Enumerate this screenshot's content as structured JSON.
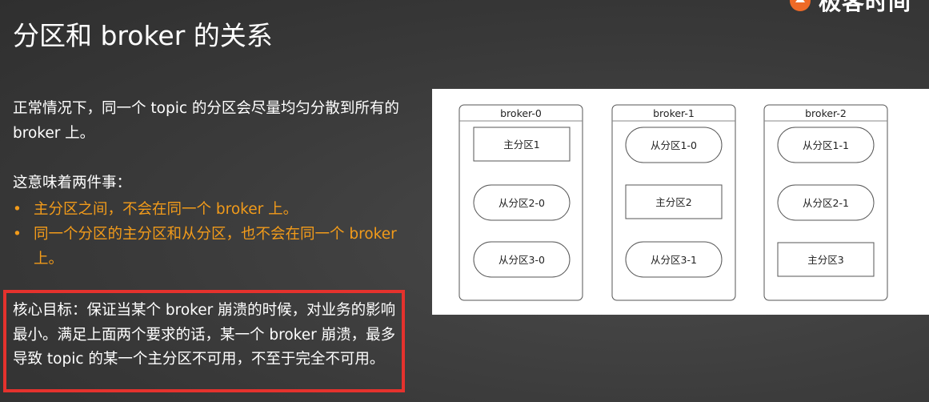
{
  "brand": {
    "name": "极客时间"
  },
  "slide": {
    "title": "分区和 broker 的关系",
    "paragraph": "正常情况下，同一个 topic 的分区会尽量均匀分散到所有的 broker 上。",
    "meaning_heading": "这意味着两件事：",
    "bullets": [
      "主分区之间，不会在同一个 broker 上。",
      "同一个分区的主分区和从分区，也不会在同一个 broker 上。"
    ],
    "goal": "核心目标：保证当某个 broker 崩溃的时候，对业务的影响最小。满足上面两个要求的话，某一个 broker 崩溃，最多导致 topic 的某一个主分区不可用，不至于完全不可用。"
  },
  "diagram": {
    "brokers": [
      {
        "name": "broker-0",
        "partitions": [
          {
            "label": "主分区1",
            "role": "leader"
          },
          {
            "label": "从分区2-0",
            "role": "follower"
          },
          {
            "label": "从分区3-0",
            "role": "follower"
          }
        ]
      },
      {
        "name": "broker-1",
        "partitions": [
          {
            "label": "从分区1-0",
            "role": "follower"
          },
          {
            "label": "主分区2",
            "role": "leader"
          },
          {
            "label": "从分区3-1",
            "role": "follower"
          }
        ]
      },
      {
        "name": "broker-2",
        "partitions": [
          {
            "label": "从分区1-1",
            "role": "follower"
          },
          {
            "label": "从分区2-1",
            "role": "follower"
          },
          {
            "label": "主分区3",
            "role": "leader"
          }
        ]
      }
    ]
  },
  "colors": {
    "accent": "#f29b1a",
    "highlight_border": "#e5322d",
    "brand_orange": "#ef6a27"
  }
}
